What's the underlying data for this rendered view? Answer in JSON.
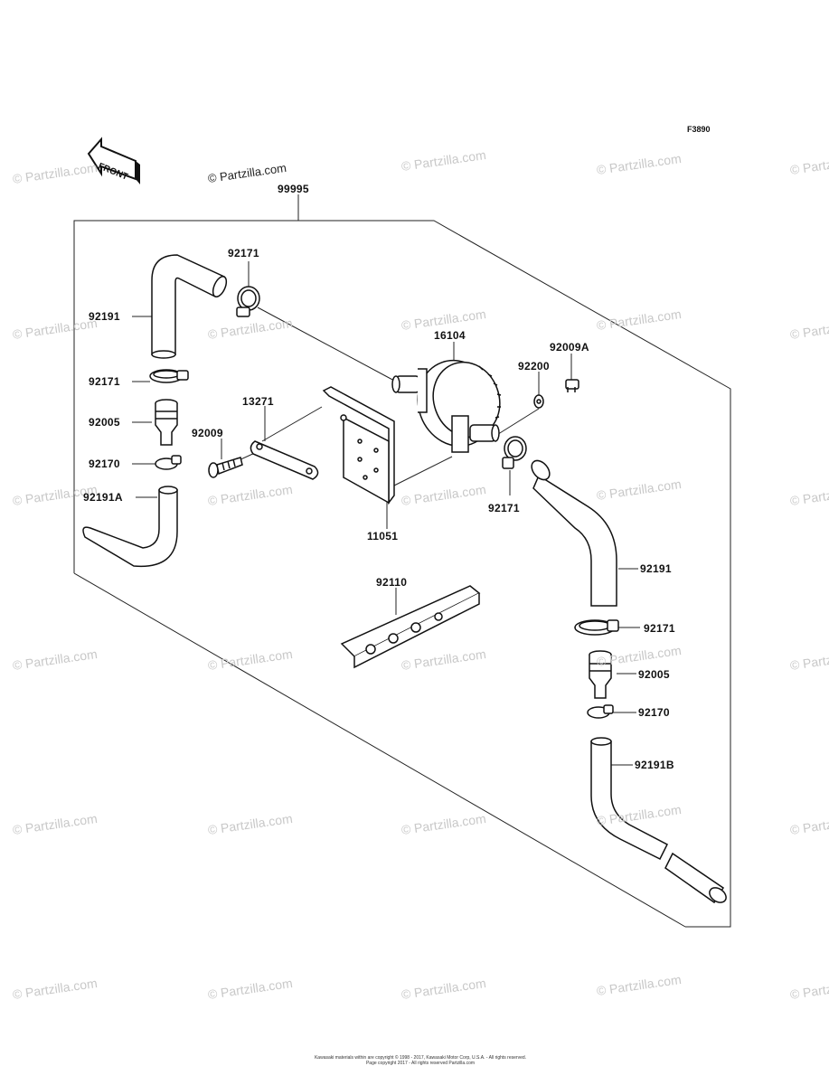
{
  "diagram_code": "F3890",
  "front_arrow_label": "FRONT",
  "watermark_text": "© Partzilla.com",
  "main_watermark": "© Partzilla.com",
  "labels": {
    "p99995": "99995",
    "p92171_top": "92171",
    "p92191_left": "92191",
    "p92171_left": "92171",
    "p92005_left": "92005",
    "p92170_left": "92170",
    "p92191A": "92191A",
    "p13271": "13271",
    "p92009": "92009",
    "p11051": "11051",
    "p16104": "16104",
    "p92200": "92200",
    "p92009A": "92009A",
    "p92171_mid": "92171",
    "p92110": "92110",
    "p92191_right": "92191",
    "p92171_right": "92171",
    "p92005_right": "92005",
    "p92170_right": "92170",
    "p92191B": "92191B"
  },
  "copyright_line1": "Kawasaki materials within are copyright © 1998 - 2017, Kawasaki Motor Corp, U.S.A. - All rights reserved.",
  "copyright_line2": "Page copyright 2017 - All rights reserved Partzilla.com"
}
